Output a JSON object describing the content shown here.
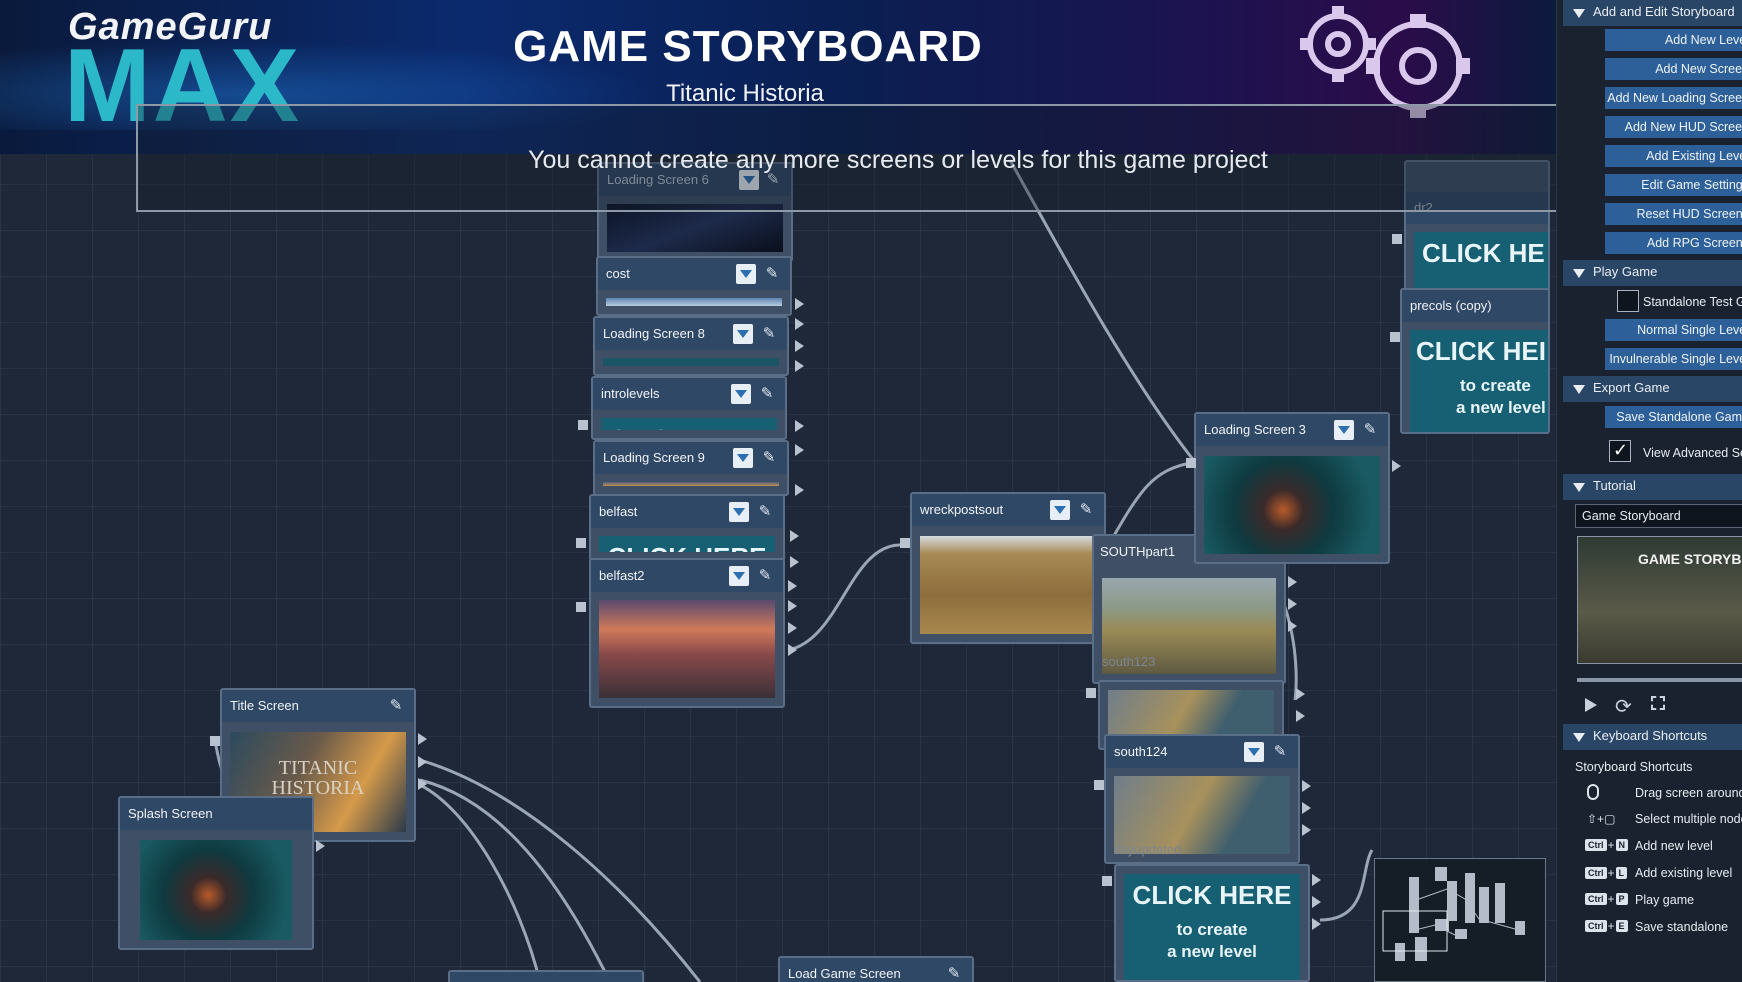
{
  "header": {
    "logo_top": "GameGuru",
    "logo_bottom": "MAX",
    "title": "GAME STORYBOARD",
    "subtitle": "Titanic Historia"
  },
  "message": "You cannot create any more screens or levels for this game project",
  "nodes": {
    "loading_screen_6": "Loading Screen 6",
    "cost": "cost",
    "loading_screen_8": "Loading Screen 8",
    "introlevels": "introlevels",
    "loading_screen_9": "Loading Screen 9",
    "belfast": "belfast",
    "belfast2": "belfast2",
    "wreckpostsout": "wreckpostsout",
    "southpart1": "SOUTHpart1",
    "south123": "south123",
    "south124": "south124",
    "dsyupdated": "dsyupdated",
    "loading_screen_3": "Loading Screen 3",
    "dr2": "dr2",
    "precols_copy": "precols (copy)",
    "title_screen": "Title Screen",
    "splash_screen": "Splash Screen",
    "load_game_screen": "Load Game Screen"
  },
  "thumb_text": {
    "click_here": "CLICK HERE",
    "click_here_partial": "CLICK HE",
    "click_here_partial2": "CLICK HEI",
    "to_create": "to create",
    "a_new_level": "a new level",
    "a_new_level_partial": "a new level",
    "titanic_line1": "TITANIC",
    "titanic_line2": "HISTORIA"
  },
  "panel": {
    "sections": {
      "add_edit": "Add and Edit Storyboard",
      "play": "Play Game",
      "export": "Export Game",
      "tutorial": "Tutorial",
      "shortcuts": "Keyboard Shortcuts"
    },
    "buttons": {
      "add_new_level": "Add New Level",
      "add_new_screen": "Add New Screen",
      "add_new_loading": "Add New Loading Screen",
      "add_new_hud": "Add New HUD Screen",
      "add_existing_level": "Add Existing Level",
      "edit_game_settings": "Edit Game Settings",
      "reset_hud": "Reset HUD Screens",
      "add_rpg": "Add RPG Screens",
      "normal_single": "Normal Single Level",
      "invulnerable_single": "Invulnerable Single Level",
      "save_standalone": "Save Standalone Game"
    },
    "checks": {
      "standalone_test": "Standalone Test Game",
      "view_advanced": "View Advanced Settings"
    },
    "tutorial_select": "Game Storyboard",
    "tutorial_preview_title": "GAME STORYBOARD",
    "shortcuts_title": "Storyboard Shortcuts",
    "shortcuts": [
      {
        "keys": "",
        "label": "Drag screen around"
      },
      {
        "keys": "",
        "label": "Select multiple nodes"
      },
      {
        "keys": "Ctrl + N",
        "label": "Add new level"
      },
      {
        "keys": "Ctrl + L",
        "label": "Add existing level"
      },
      {
        "keys": "Ctrl + P",
        "label": "Play game"
      },
      {
        "keys": "Ctrl + E",
        "label": "Save standalone"
      }
    ]
  },
  "colors": {
    "canvas": "#1e2838",
    "node_header": "#2f4866",
    "panel_button": "#2d6098",
    "click_here_bg": "#175f73",
    "logo_max": "#2bb8c9"
  }
}
